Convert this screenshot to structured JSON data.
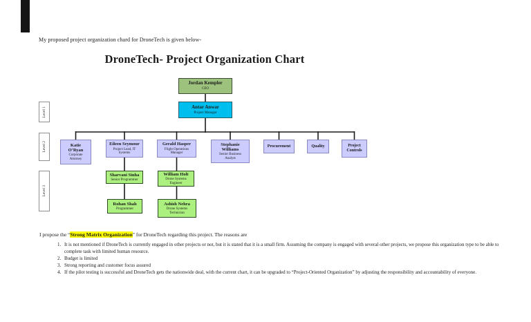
{
  "page": {
    "intro": "My proposed project organization chard for DroneTech is given below-",
    "title": "DroneTech- Project Organization Chart"
  },
  "chart": {
    "type": "org-chart",
    "level_labels": [
      "Level 1",
      "Level 2",
      "Level 3"
    ],
    "nodes": {
      "jordan": {
        "name": "Jordan Kempler",
        "role": "CEO",
        "level": 0
      },
      "antar": {
        "name": "Antar Anwar",
        "role": "Project Manager",
        "level": 1
      },
      "katie": {
        "name": "Katie O’Ryan",
        "role": "Corporate Attorney",
        "level": 2
      },
      "eileen": {
        "name": "Eileen Seymour",
        "role": "Project Lead, IT Systems",
        "level": 2
      },
      "gerald": {
        "name": "Gerald Hasper",
        "role": "Flight Operations Manager",
        "level": 2
      },
      "stephanie": {
        "name": "Stephanie Williams",
        "role": "Senior Business Analyst",
        "level": 2
      },
      "procurement": {
        "name": "Procurement",
        "role": "",
        "level": 2
      },
      "quality": {
        "name": "Quality",
        "role": "",
        "level": 2
      },
      "project_controls": {
        "name": "Project Controls",
        "role": "",
        "level": 2
      },
      "sharvani": {
        "name": "Sharvani Sinha",
        "role": "Senior Programmer",
        "level": 3
      },
      "william": {
        "name": "William Holt",
        "role": "Drone Systems Engineer",
        "level": 3
      },
      "rohan": {
        "name": "Rohan Shah",
        "role": "Programmer",
        "level": 3
      },
      "ashish": {
        "name": "Ashish Nehra",
        "role": "Drone Systems Technician",
        "level": 3
      }
    },
    "edges": [
      [
        "jordan",
        "antar"
      ],
      [
        "antar",
        "katie"
      ],
      [
        "antar",
        "eileen"
      ],
      [
        "antar",
        "gerald"
      ],
      [
        "antar",
        "stephanie"
      ],
      [
        "antar",
        "procurement"
      ],
      [
        "antar",
        "quality"
      ],
      [
        "antar",
        "project_controls"
      ],
      [
        "eileen",
        "sharvani"
      ],
      [
        "sharvani",
        "rohan"
      ],
      [
        "gerald",
        "william"
      ],
      [
        "william",
        "ashish"
      ]
    ],
    "colors": {
      "ceo_box": "#9CC27D",
      "project_manager_box": "#00BFEF",
      "level2_box": "#CCCCFF",
      "level3_box": "#ACF07F",
      "connector": "#1a1a1a",
      "highlight": "#FFFF00"
    }
  },
  "proposal": {
    "prefix": "I propose the “",
    "highlight": "Strong Matrix Organization",
    "suffix": "” for DroneTech regarding this project. The reasons are",
    "reasons": [
      "It is not mentioned if DroneTech is currently engaged in other projects or not, but it is stated that it is a small firm. Assuming the company is engaged with several other projects, we propose this organization type to be able to complete task with limited human resource.",
      "Budget is limited",
      "Strong reporting and customer focus assured",
      "If the pilot testing is successful and DroneTech gets the nationwide deal, with the current chart, it can be upgraded to “Project-Oriented Organization” by adjusting the responsibility and accountability of everyone."
    ]
  }
}
